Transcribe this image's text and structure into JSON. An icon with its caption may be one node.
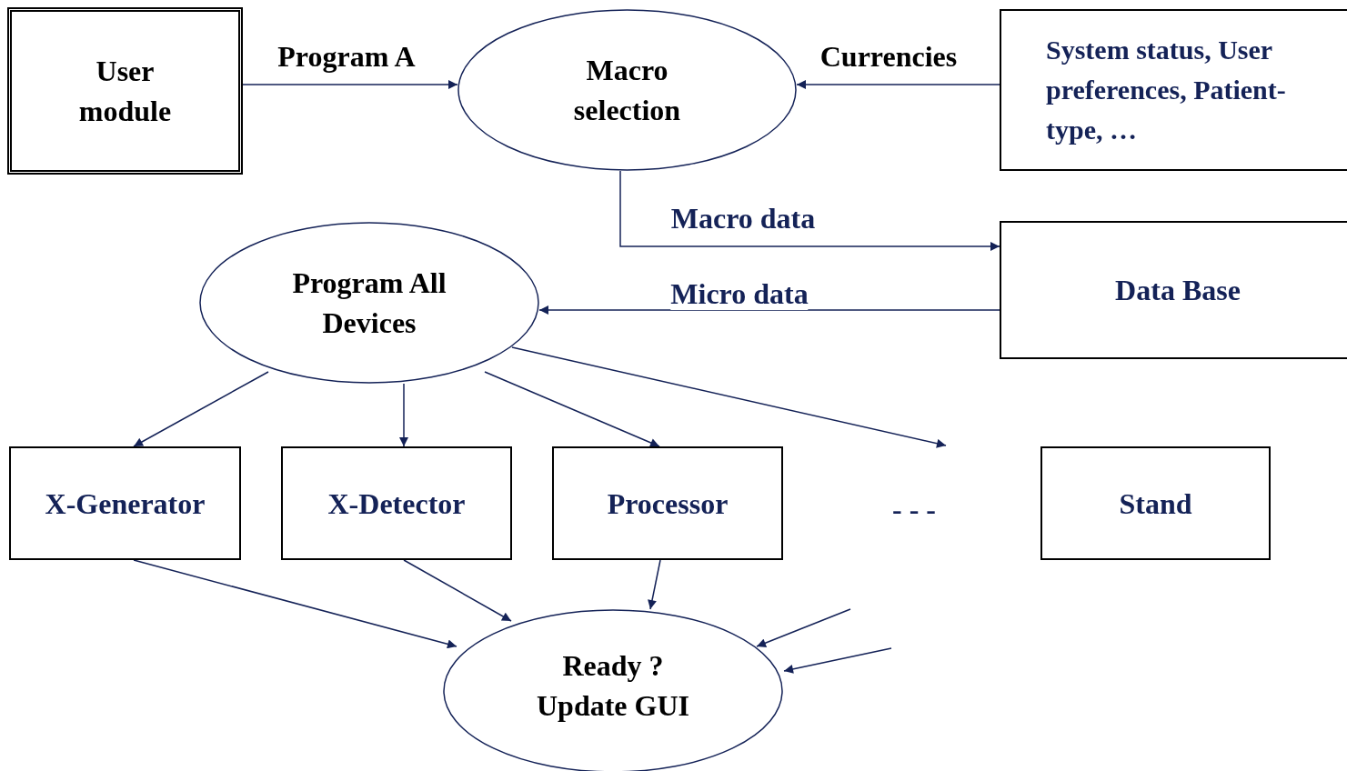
{
  "diagram": {
    "nodes": [
      {
        "text": [
          "User module"
        ]
      },
      {
        "text": [
          "Macro selection"
        ]
      },
      {
        "text": [
          "System status, User preferences, Patient-type, …"
        ]
      },
      {
        "text": [
          "Program All Devices"
        ]
      },
      {
        "text": [
          "Data Base"
        ]
      },
      {
        "text": [
          "X-Generator"
        ]
      },
      {
        "text": [
          "X-Detector"
        ]
      },
      {
        "text": [
          "Processor"
        ]
      },
      {
        "text": [
          "- - -"
        ]
      },
      {
        "text": [
          "Stand"
        ]
      },
      {
        "text": [
          "Ready ? Update GUI"
        ]
      }
    ],
    "edges": [
      {
        "from": 0,
        "to": 1,
        "arrow": "to",
        "label": "Program A"
      },
      {
        "from": 2,
        "to": 1,
        "arrow": "to",
        "label": "Currencies"
      },
      {
        "from": 1,
        "to": 4,
        "arrow": "to",
        "label": "Macro data"
      },
      {
        "from": 4,
        "to": 3,
        "arrow": "to",
        "label": "Micro data"
      },
      {
        "from": 3,
        "to": 5,
        "arrow": "to"
      },
      {
        "from": 3,
        "to": 6,
        "arrow": "to"
      },
      {
        "from": 3,
        "to": 7,
        "arrow": "to"
      },
      {
        "from": 3,
        "to": 8,
        "arrow": "to"
      },
      {
        "from": 5,
        "to": 10,
        "arrow": "to"
      },
      {
        "from": 6,
        "to": 10,
        "arrow": "to"
      },
      {
        "from": 7,
        "to": 10,
        "arrow": "to"
      },
      {
        "from": null,
        "to": 10,
        "arrow": "to"
      },
      {
        "from": null,
        "to": 10,
        "arrow": "to"
      }
    ]
  }
}
